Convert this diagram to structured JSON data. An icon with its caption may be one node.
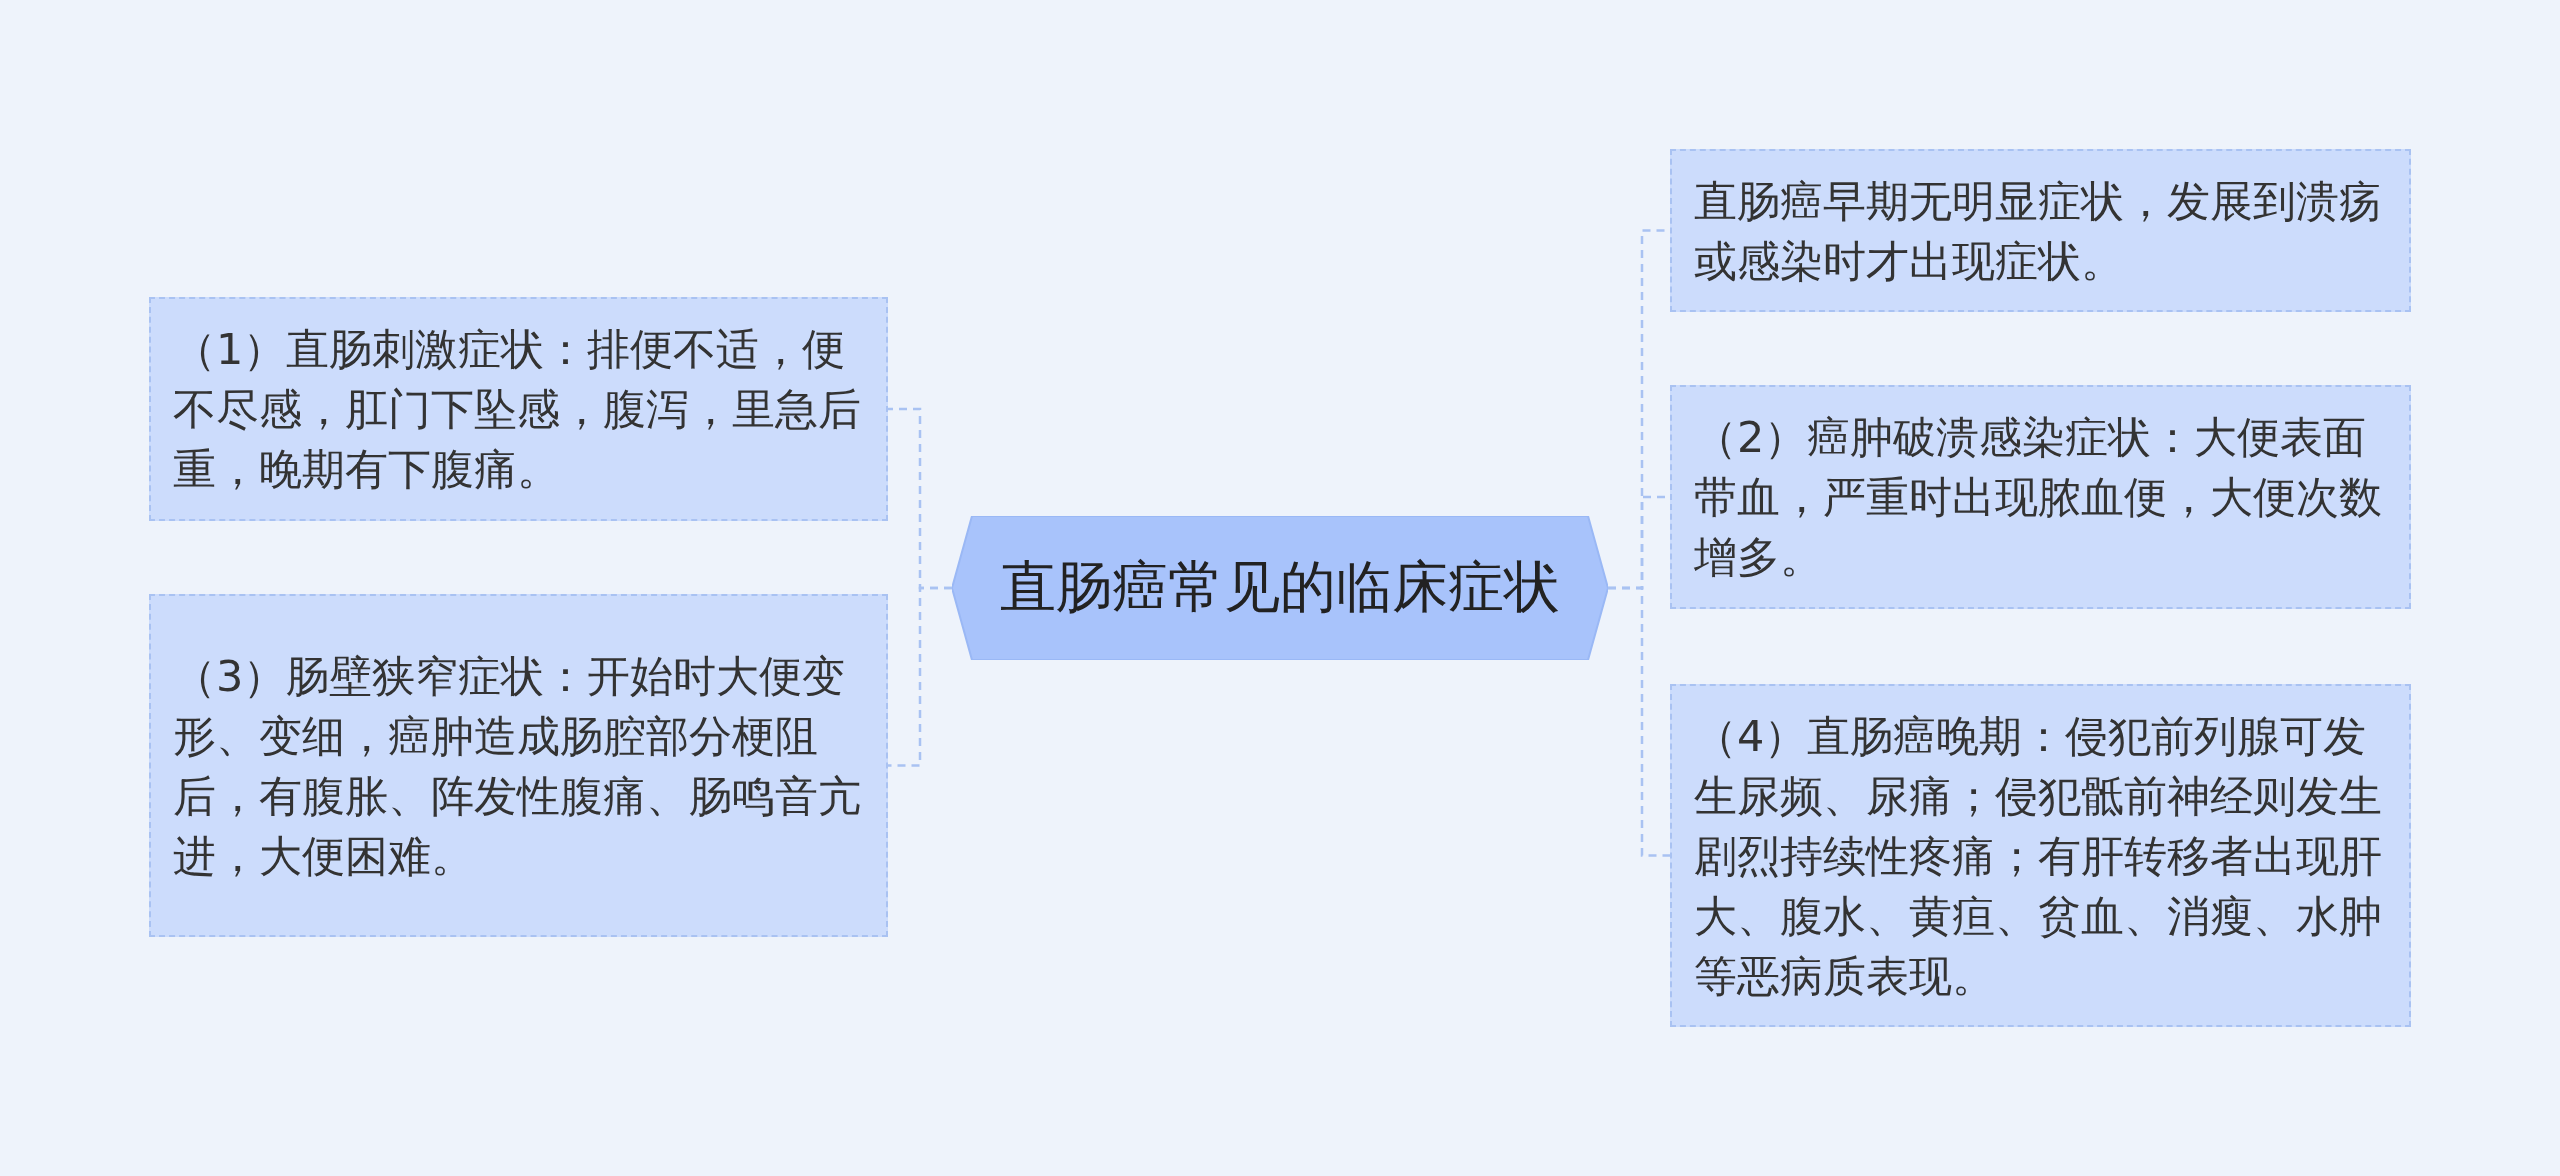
{
  "diagram": {
    "nodes": [
      {
        "text": [
          "直肠癌常见的临床症状"
        ]
      },
      {
        "text": [
          "（1）直肠刺激症状：排便不适，便不尽感，肛门下坠感，腹泻，里急后重，晚期有下腹痛。"
        ]
      },
      {
        "text": [
          "（3）肠壁狭窄症状：开始时大便变形、变细，癌肿造成肠腔部分梗阻后，有腹胀、阵发性腹痛、肠鸣音亢进，大便困难。"
        ]
      },
      {
        "text": [
          "直肠癌早期无明显症状，发展到溃疡或感染时才出现症状。"
        ]
      },
      {
        "text": [
          "（2）癌肿破溃感染症状：大便表面带血，严重时出现脓血便，大便次数增多。"
        ]
      },
      {
        "text": [
          "（4）直肠癌晚期：侵犯前列腺可发生尿频、尿痛；侵犯骶前神经则发生剧烈持续性疼痛；有肝转移者出现肝大、腹水、黄疸、贫血、消瘦、水肿等恶病质表现。"
        ]
      }
    ],
    "edges": [
      {
        "from": 0,
        "to": 1,
        "arrow": "none"
      },
      {
        "from": 0,
        "to": 2,
        "arrow": "none"
      },
      {
        "from": 0,
        "to": 3,
        "arrow": "none"
      },
      {
        "from": 0,
        "to": 4,
        "arrow": "none"
      },
      {
        "from": 0,
        "to": 5,
        "arrow": "none"
      }
    ]
  }
}
